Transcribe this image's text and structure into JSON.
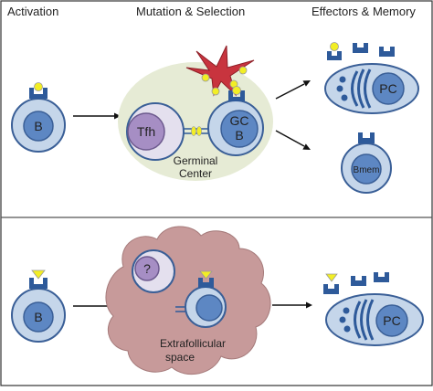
{
  "headers": {
    "activation": "Activation",
    "mutation_selection": "Mutation & Selection",
    "effectors_memory": "Effectors & Memory"
  },
  "top_pathway": {
    "b_cell": "B",
    "tfh_cell": "Tfh",
    "gc_b_line1": "GC",
    "gc_b_line2": "B",
    "germinal_center_line1": "Germinal",
    "germinal_center_line2": "Center",
    "plasma_cell": "PC",
    "memory_b_cell": "Bmem"
  },
  "bottom_pathway": {
    "b_cell": "B",
    "unknown_cell": "?",
    "extrafollicular_line1": "Extrafollicular",
    "extrafollicular_line2": "space",
    "plasma_cell": "PC"
  },
  "colors": {
    "cell_fill": "#c5d6ea",
    "cell_stroke": "#3a5f97",
    "nucleus_fill": "#5d87c3",
    "receptor": "#2e5a9a",
    "antigen": "#f2ee25",
    "germinal_center": "#e6ebd5",
    "dendritic_cell": "#c8343e",
    "tfh_outer": "#e4e0ee",
    "tfh_nucleus": "#a68ec4",
    "extrafollicular": "#c79a9a"
  }
}
